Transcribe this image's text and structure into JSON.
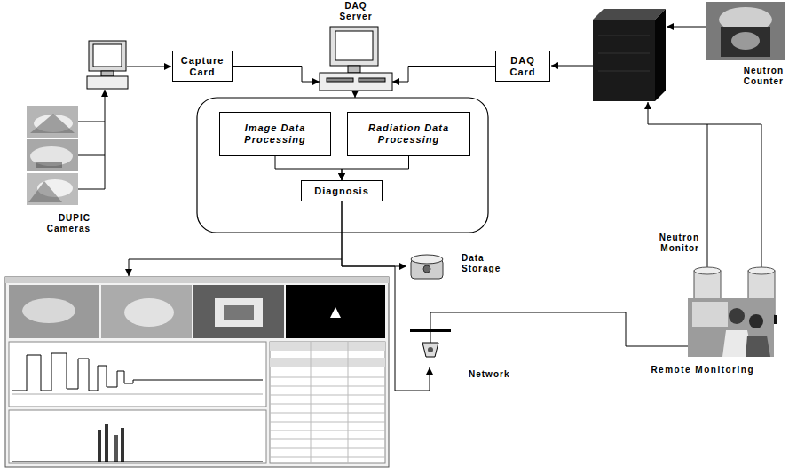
{
  "diagram": {
    "nodes": [
      {
        "text": [
          "DAQ Server"
        ]
      },
      {
        "text": [
          "Capture Card"
        ]
      },
      {
        "text": [
          "DAQ Card"
        ]
      },
      {
        "text": [
          "Neutron Counter"
        ]
      },
      {
        "text": [
          "Image Data Processing"
        ]
      },
      {
        "text": [
          "Radiation Data Processing"
        ]
      },
      {
        "text": [
          "Diagnosis"
        ]
      },
      {
        "text": [
          "DUPIC Cameras"
        ]
      },
      {
        "text": [
          "Neutron Monitor"
        ]
      },
      {
        "text": [
          "Data Storage"
        ]
      },
      {
        "text": [
          "Network"
        ]
      },
      {
        "text": [
          "Remote Monitoring"
        ]
      }
    ],
    "edges": [
      {
        "from": 1,
        "to": 0,
        "arrow": "to"
      },
      {
        "from": 2,
        "to": 0,
        "arrow": "to"
      },
      {
        "from": 4,
        "to": 6,
        "arrow": "to"
      },
      {
        "from": 5,
        "to": 6,
        "arrow": "to"
      },
      {
        "from": 6,
        "to": 9,
        "arrow": "to"
      },
      {
        "from": 6,
        "to": 10,
        "arrow": "to"
      },
      {
        "from": 10,
        "to": 11,
        "arrow": "none"
      }
    ]
  }
}
